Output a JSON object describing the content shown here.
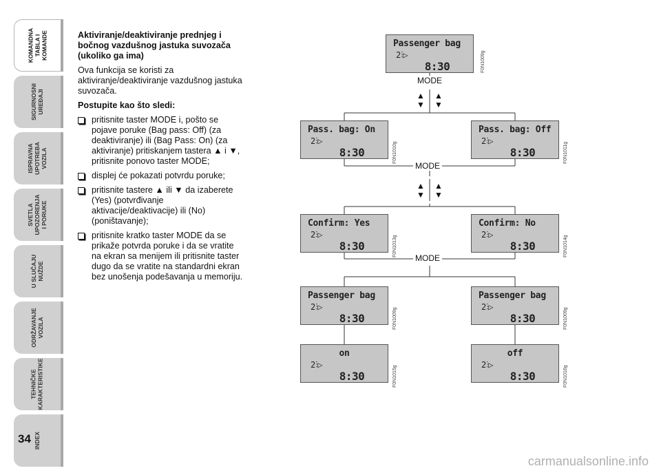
{
  "side_tabs": [
    {
      "label": "KOMANDNA\nTABLA I\nKOMANDE",
      "active": true
    },
    {
      "label": "SIGURNOSNI\nUREĐAJI",
      "active": false
    },
    {
      "label": "ISPRAVNA\nUPOTREBA\nVOZILA",
      "active": false
    },
    {
      "label": "SVETLA\nUPOZORENJA\nI PORUKE",
      "active": false
    },
    {
      "label": "U SLUČAJU\nNUŽDE",
      "active": false
    },
    {
      "label": "ODRŽAVANJE\nVOZILA",
      "active": false
    },
    {
      "label": "TEHNIČKE\nKARAKTERISTIKE",
      "active": false
    },
    {
      "label": "INDEX",
      "active": false
    }
  ],
  "page_number": "34",
  "text": {
    "heading": "Aktiviranje/deaktiviranje prednjeg i bočnog vazdušnog jastuka suvozača (ukoliko ga ima)",
    "intro": "Ova funkcija se koristi za aktiviranje/deaktiviranje vazdušnog jastuka suvozača.",
    "steps_title": "Postupite kao što sledi:",
    "bullets": [
      "pritisnite taster MODE i, pošto se pojave poruke (Bag pass: Off) (za deaktiviranje) ili (Bag Pass: On) (za aktiviranje) pritiskanjem tastera ▲ i ▼, pritisnite ponovo taster MODE;",
      "displej će pokazati potvrdu poruke;",
      "pritisnite tastere ▲ ili ▼ da izaberete (Yes) (potvrđivanje aktivacije/deaktivacije) ili (No) (poništavanje);",
      "pritisnite kratko taster MODE da se prikaže potvrda poruke i da se vratite na ekran sa menijem ili pritisnite taster dugo da se vratite na standardni ekran bez unošenja podešavanja u memoriju."
    ]
  },
  "diagram": {
    "mode_label": "MODE",
    "arrow_up": "▲",
    "arrow_down": "▼",
    "lcd_icon": "2⫶▷",
    "time": "8:30",
    "screens": [
      {
        "line1": "Passenger bag",
        "code": "F0N1009g"
      },
      {
        "line1": "Pass. bag: On",
        "code": "F0N1010g"
      },
      {
        "line1": "Pass. bag: Off",
        "code": "F0N1011g"
      },
      {
        "line1": "Confirm: Yes",
        "code": "F0N1013g"
      },
      {
        "line1": "Confirm: No",
        "code": "F0N1014g"
      },
      {
        "line1": "Passenger bag",
        "code": "F0N1009g"
      },
      {
        "line1": "Passenger bag",
        "code": "F0N1009g"
      },
      {
        "line1": "on",
        "code": "F0N1015g"
      },
      {
        "line1": "off",
        "code": "F0N1016g"
      }
    ]
  },
  "watermark": "carmanualsonline.info"
}
